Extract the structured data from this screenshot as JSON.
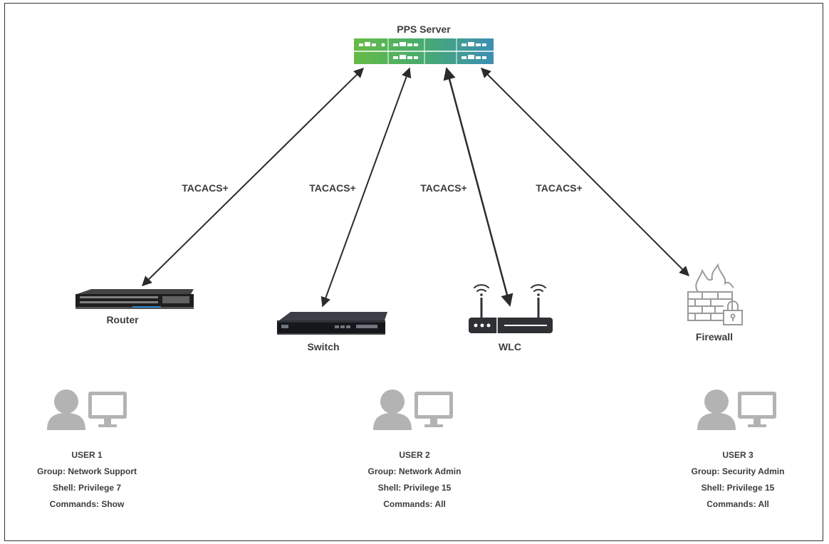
{
  "server": {
    "label": "PPS Server"
  },
  "links": {
    "protocol_label": "TACACS+"
  },
  "devices": [
    {
      "id": "router",
      "label": "Router",
      "icon": "router-icon"
    },
    {
      "id": "switch",
      "label": "Switch",
      "icon": "switch-icon"
    },
    {
      "id": "wlc",
      "label": "WLC",
      "icon": "wlc-icon"
    },
    {
      "id": "firewall",
      "label": "Firewall",
      "icon": "firewall-icon"
    }
  ],
  "users": [
    {
      "title": "USER 1",
      "group": "Group: Network Support",
      "shell": "Shell: Privilege 7",
      "commands": "Commands: Show"
    },
    {
      "title": "USER 2",
      "group": "Group: Network Admin",
      "shell": "Shell: Privilege 15",
      "commands": "Commands: All"
    },
    {
      "title": "USER 3",
      "group": "Group: Security Admin",
      "shell": "Shell: Privilege 15",
      "commands": "Commands: All"
    }
  ],
  "colors": {
    "server_green": "#5db54b",
    "server_teal": "#3a93b0",
    "icon_gray": "#b3b3b3",
    "arrow": "#2b2b2b"
  }
}
